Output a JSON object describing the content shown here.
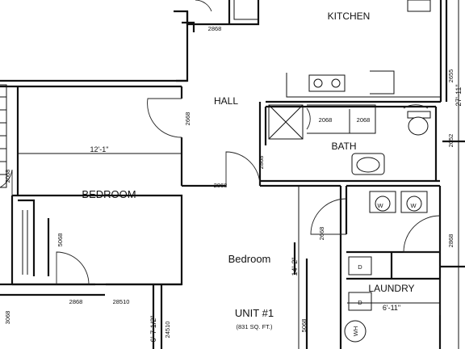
{
  "rooms": {
    "kitchen": "KITCHEN",
    "hall": "HALL",
    "bath": "BATH",
    "bedroom_main": "BEDROOM",
    "bedroom_second": "Bedroom",
    "laundry": "LAUNDRY"
  },
  "unit": {
    "name": "UNIT #1",
    "area": "(831 SQ. FT.)"
  },
  "dimensions": {
    "bedroom_width": "12'-1\"",
    "unit_depth": "27'-11\"",
    "bedroom2_depth": "14'-2\"",
    "laundry_width": "6'-11\"",
    "lower_left": "6'-7 1/2\""
  },
  "door_codes": {
    "kitchen_top": "2868",
    "bedroom_door": "2668",
    "hall_right_upper": "2655",
    "bath_closet_left": "2068",
    "bath_closet_right": "2068",
    "bath_side": "2052",
    "bath_door": "2868",
    "hall_bedroom2": "2868",
    "closet_left": "2068",
    "closet_right_vertical": "5068",
    "laundry_left": "2668",
    "laundry_right": "2868",
    "bottom_left_door": "2868",
    "bottom_window": "28510",
    "bottom_small": "24510",
    "far_left": "3068",
    "bottom_closet": "5068"
  },
  "appliances": {
    "washer_label": "W",
    "dryer_label": "W",
    "dish_label": "D",
    "water_heater": "WH"
  }
}
